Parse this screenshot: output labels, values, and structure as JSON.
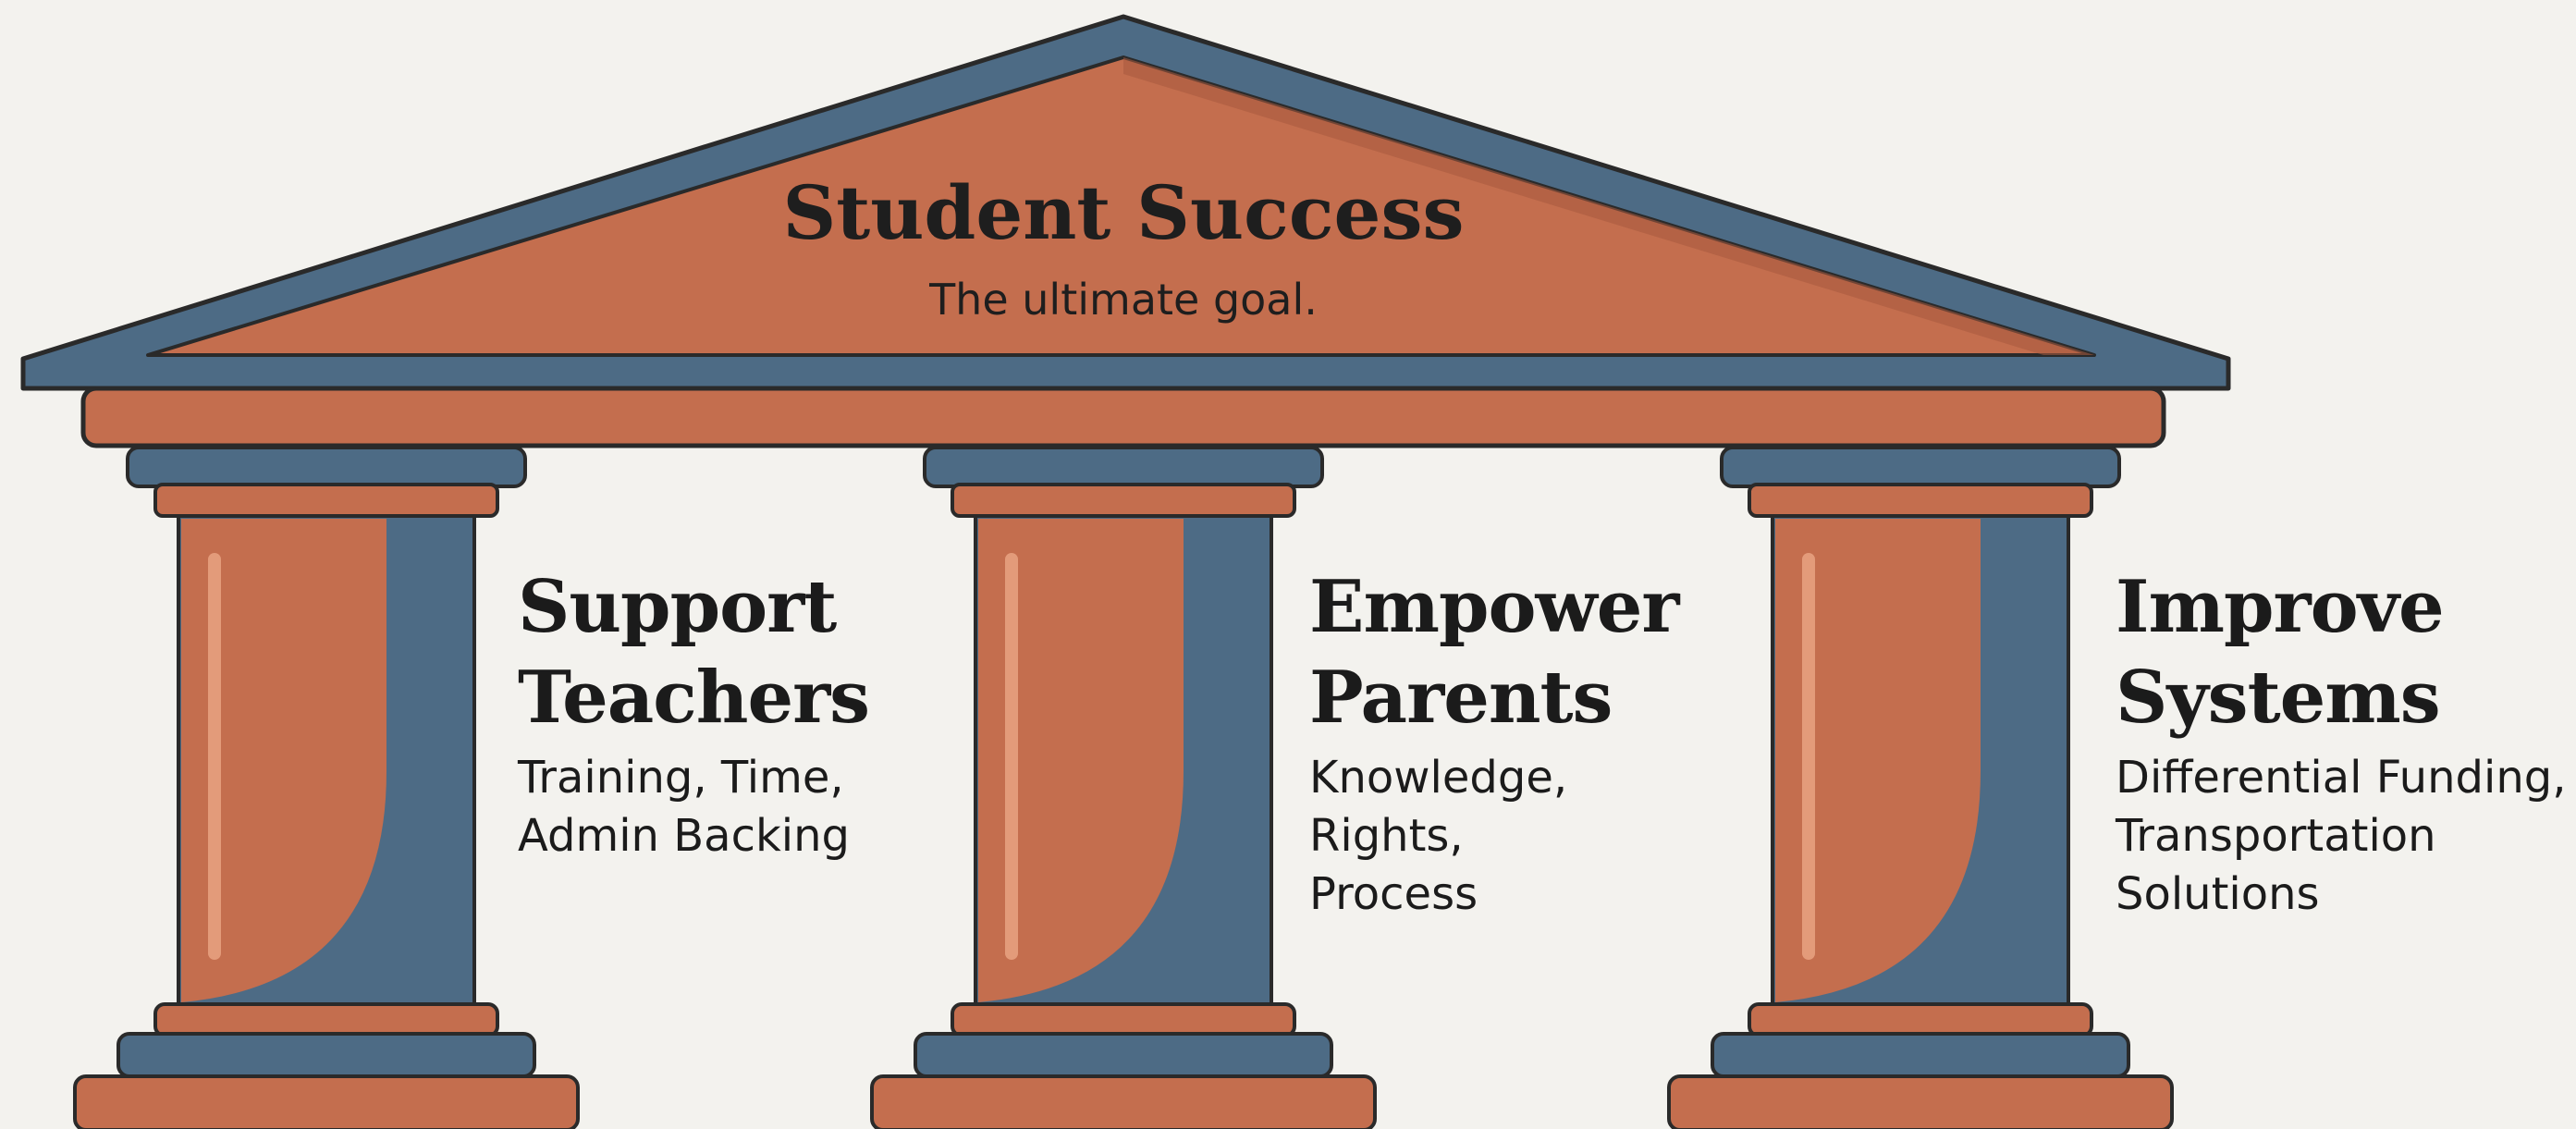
{
  "goal": {
    "title": "Student Success",
    "subtitle": "The ultimate goal."
  },
  "pillars": [
    {
      "title_lines": [
        "Support",
        "Teachers"
      ],
      "desc_lines": [
        "Training, Time,",
        "Admin Backing"
      ]
    },
    {
      "title_lines": [
        "Empower",
        "Parents"
      ],
      "desc_lines": [
        "Knowledge,",
        "Rights,",
        "Process"
      ]
    },
    {
      "title_lines": [
        "Improve",
        "Systems"
      ],
      "desc_lines": [
        "Differential Funding,",
        "Transportation",
        "Solutions"
      ]
    }
  ],
  "colors": {
    "terracotta": "#c46e4e",
    "terracotta_dark": "#a85a3e",
    "slate_blue": "#4d6b85",
    "outline": "#2a2a2a",
    "highlight": "#e9a383",
    "background": "#f3f2ee"
  }
}
